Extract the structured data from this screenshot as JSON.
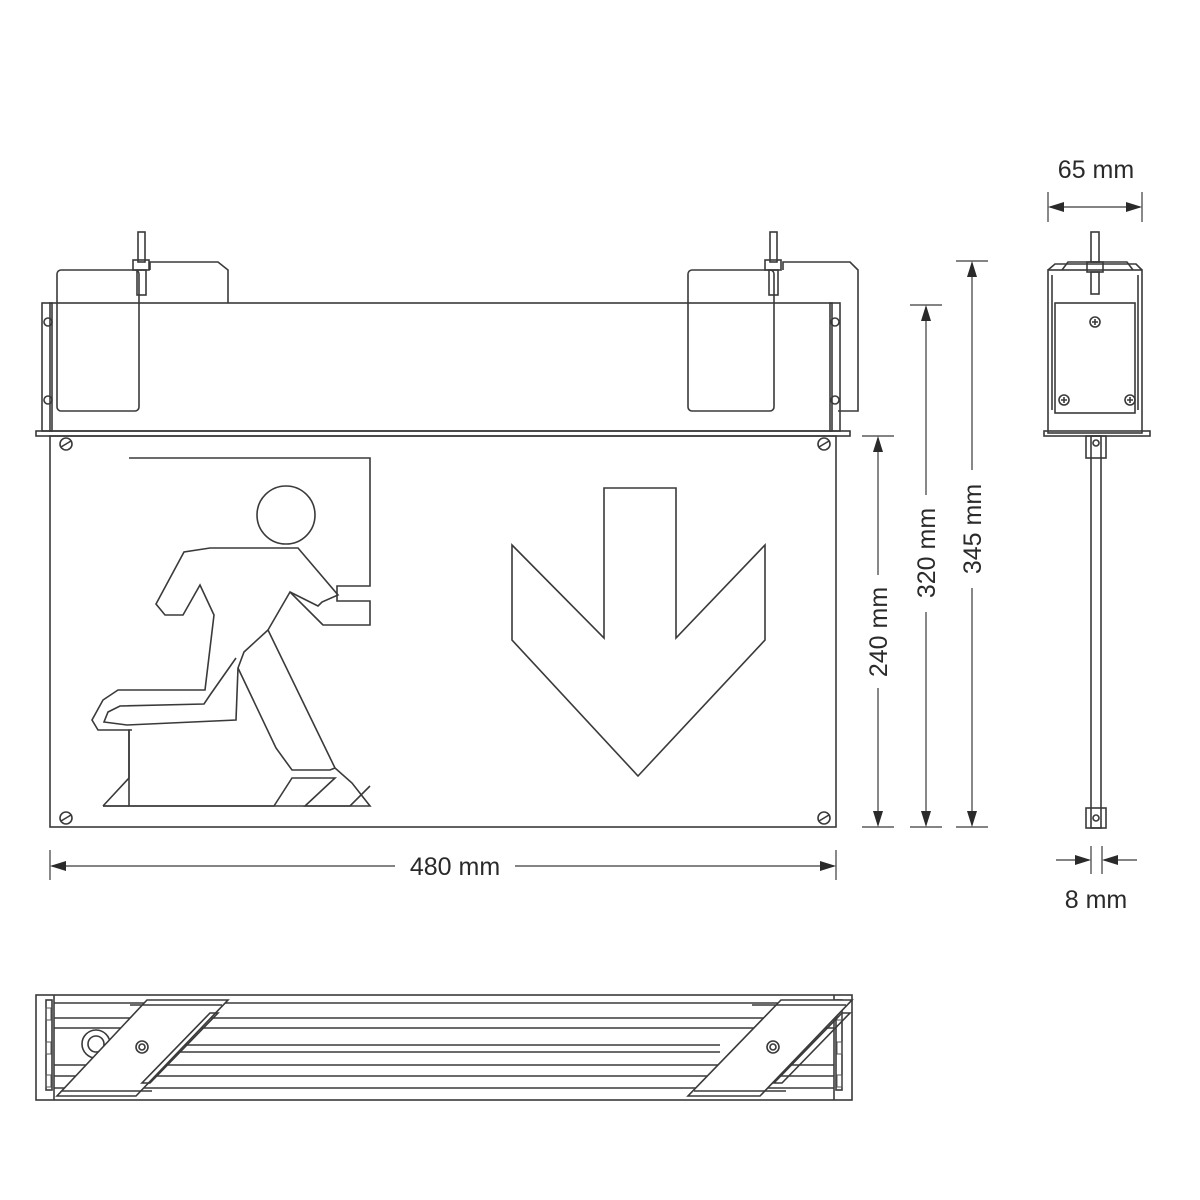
{
  "dimensions": {
    "width": "480 mm",
    "sign_height": "240 mm",
    "height_to_bracket": "320 mm",
    "total_height": "345 mm",
    "depth": "65 mm",
    "panel_thickness": "8 mm"
  },
  "colors": {
    "line": "#3a3a3a",
    "background": "#ffffff"
  },
  "symbols": {
    "pictogram": "running-man-exit",
    "arrow": "arrow-down"
  }
}
